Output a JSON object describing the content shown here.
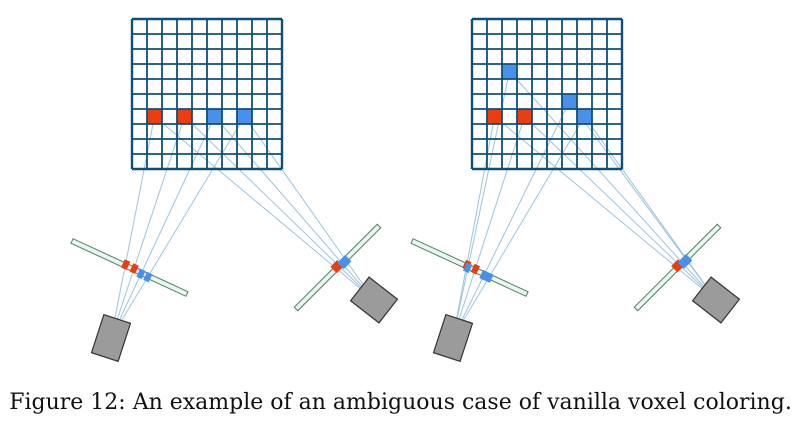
{
  "caption": {
    "label": "Figure 12:",
    "text": "An example of an ambiguous case of vanilla voxel coloring."
  },
  "colors": {
    "grid": "#0b4f7a",
    "red_voxel": "#ea3d10",
    "blue_voxel": "#4a8fe8",
    "ray": "#9ec3dc",
    "image_plane_fill": "#e8f6ee",
    "image_plane_stroke": "#4f7f66",
    "camera_fill": "#9b9b9b",
    "camera_stroke": "#333333"
  },
  "scenes": [
    {
      "name": "left-scene",
      "grid_cells": 10,
      "red_voxels": [
        [
          1,
          6
        ],
        [
          3,
          6
        ]
      ],
      "blue_voxels": [
        [
          5,
          6
        ],
        [
          7,
          6
        ]
      ]
    },
    {
      "name": "right-scene",
      "grid_cells": 10,
      "red_voxels": [
        [
          1,
          6
        ],
        [
          3,
          6
        ]
      ],
      "blue_voxels": [
        [
          2,
          3
        ],
        [
          6,
          5
        ],
        [
          7,
          6
        ]
      ]
    }
  ]
}
